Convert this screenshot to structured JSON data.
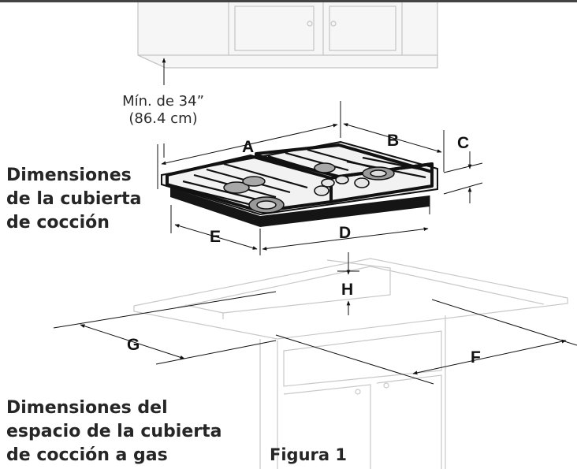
{
  "clearance_label": {
    "line1": "Mín. de 34”",
    "line2": "(86.4 cm)"
  },
  "cooktop_heading": [
    "Dimensiones",
    "de la cubierta",
    "de cocción"
  ],
  "cutout_heading": [
    "Dimensiones del",
    "espacio de la cubierta",
    "de cocción a gas"
  ],
  "figure_caption": "Figura 1",
  "dimension_letters": {
    "a": "A",
    "b": "B",
    "c": "C",
    "d": "D",
    "e": "E",
    "f": "F",
    "g": "G",
    "h": "H"
  },
  "colors": {
    "top_rule": "#444444",
    "cabinet_line": "#c8c8c8",
    "ink": "#1a1a1a",
    "body_text": "#262626"
  }
}
